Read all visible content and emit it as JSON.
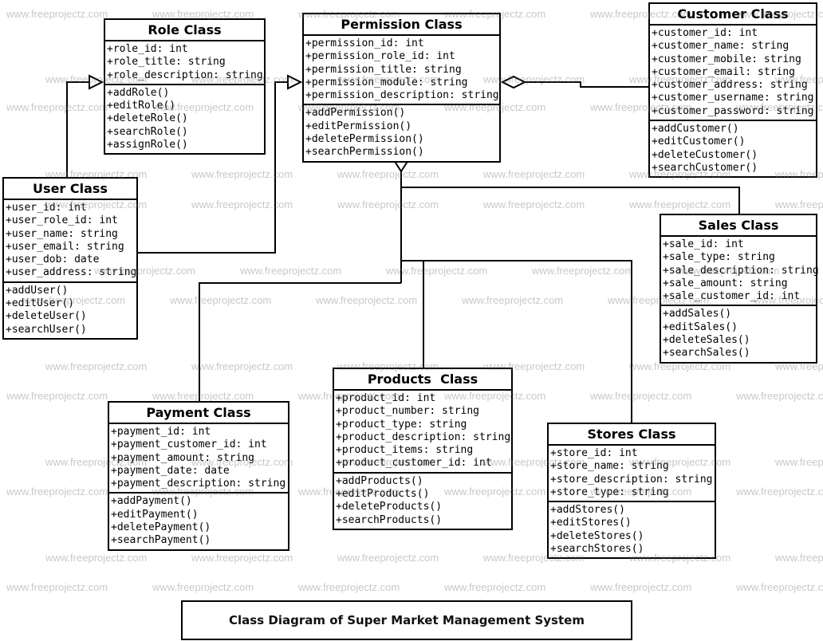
{
  "watermark": {
    "text": "www.freeprojectz.com",
    "color": "#c6c6c6"
  },
  "title_box": {
    "text": "Class Diagram of Super Market Management System"
  },
  "classes": [
    {
      "id": "role",
      "title": "Role Class",
      "attributes": [
        "+role_id: int",
        "+role_title: string",
        "+role_description: string"
      ],
      "methods": [
        "+addRole()",
        "+editRole()",
        "+deleteRole()",
        "+searchRole()",
        "+assignRole()"
      ]
    },
    {
      "id": "permission",
      "title": "Permission Class",
      "attributes": [
        "+permission_id: int",
        "+permission_role_id: int",
        "+permission_title: string",
        "+permission_module: string",
        "+permission_description: string"
      ],
      "methods": [
        "+addPermission()",
        "+editPermission()",
        "+deletePermission()",
        "+searchPermission()"
      ]
    },
    {
      "id": "customer",
      "title": "Customer Class",
      "attributes": [
        "+customer_id: int",
        "+customer_name: string",
        "+customer_mobile: string",
        "+customer_email: string",
        "+customer_address: string",
        "+customer_username: string",
        "+customer_password: string"
      ],
      "methods": [
        "+addCustomer()",
        "+editCustomer()",
        "+deleteCustomer()",
        "+searchCustomer()"
      ]
    },
    {
      "id": "user",
      "title": "User Class",
      "attributes": [
        "+user_id: int",
        "+user_role_id: int",
        "+user_name: string",
        "+user_email: string",
        "+user_dob: date",
        "+user_address: string"
      ],
      "methods": [
        "+addUser()",
        "+editUser()",
        "+deleteUser()",
        "+searchUser()"
      ]
    },
    {
      "id": "sales",
      "title": "Sales Class",
      "attributes": [
        "+sale_id: int",
        "+sale_type: string",
        "+sale_description: string",
        "+sale_amount: string",
        "+sale_customer_id: int"
      ],
      "methods": [
        "+addSales()",
        "+editSales()",
        "+deleteSales()",
        "+searchSales()"
      ]
    },
    {
      "id": "products",
      "title": "Products  Class",
      "attributes": [
        "+product_id: int",
        "+product_number: string",
        "+product_type: string",
        "+product_description: string",
        "+product_items: string",
        "+product_customer_id: int"
      ],
      "methods": [
        "+addProducts()",
        "+editProducts()",
        "+deleteProducts()",
        "+searchProducts()"
      ]
    },
    {
      "id": "payment",
      "title": "Payment Class",
      "attributes": [
        "+payment_id: int",
        "+payment_customer_id: int",
        "+payment_amount: string",
        "+payment_date: date",
        "+payment_description: string"
      ],
      "methods": [
        "+addPayment()",
        "+editPayment()",
        "+deletePayment()",
        "+searchPayment()"
      ]
    },
    {
      "id": "stores",
      "title": "Stores Class",
      "attributes": [
        "+store_id: int",
        "+store_name: string",
        "+store_description: string",
        "+store_type: string"
      ],
      "methods": [
        "+addStores()",
        "+editStores()",
        "+deleteStores()",
        "+searchStores()"
      ]
    }
  ],
  "relationships": [
    {
      "from": "User Class",
      "to": "Role Class",
      "type": "generalization"
    },
    {
      "from": "User Class",
      "to": "Permission Class",
      "type": "generalization"
    },
    {
      "from": "Customer Class",
      "to": "Permission Class",
      "type": "aggregation"
    },
    {
      "from": "Sales Class",
      "to": "Permission Class",
      "type": "aggregation"
    },
    {
      "from": "Stores Class",
      "to": "Permission Class",
      "type": "aggregation"
    },
    {
      "from": "Products Class",
      "to": "Permission Class",
      "type": "aggregation"
    },
    {
      "from": "Payment Class",
      "to": "Permission Class",
      "type": "aggregation"
    }
  ]
}
